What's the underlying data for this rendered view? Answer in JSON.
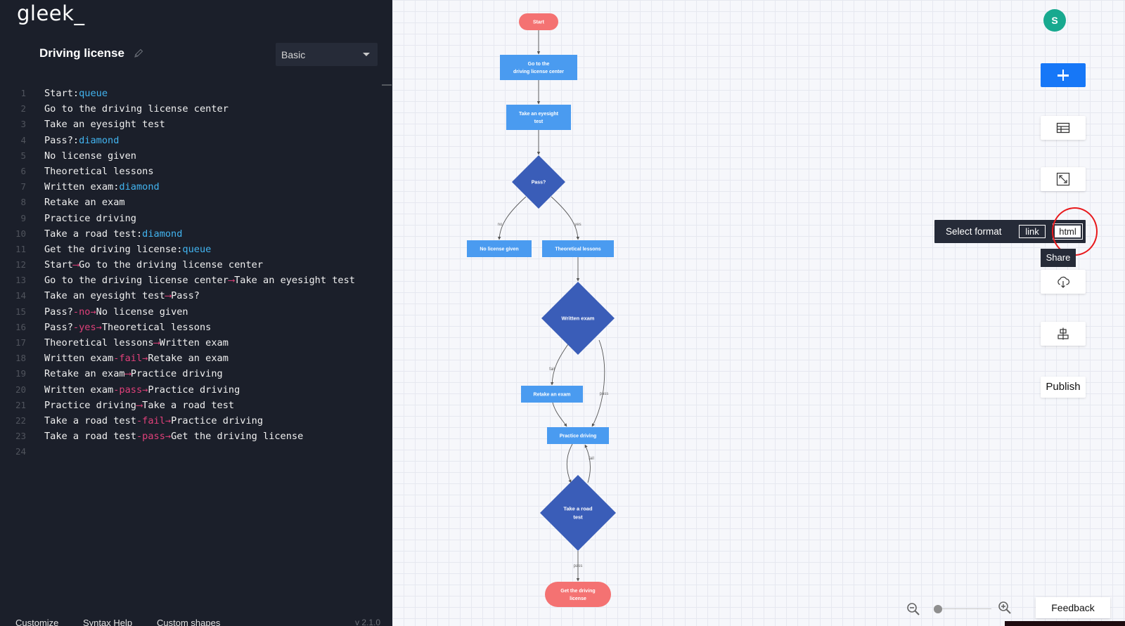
{
  "app": {
    "logo": "gleek_",
    "version": "v 2.1.0"
  },
  "document": {
    "title": "Driving license",
    "theme": "Basic"
  },
  "icons": {
    "edit": "pencil-icon",
    "dropdown": "chevron-down-icon",
    "add": "plus-icon",
    "table": "table-icon",
    "fullscreen": "expand-icon",
    "download": "cloud-download-icon",
    "align": "align-center-icon",
    "zoom_out": "zoom-out-icon",
    "zoom_in": "zoom-in-icon"
  },
  "code": {
    "lines": [
      [
        {
          "t": "Start:"
        },
        {
          "t": "queue",
          "c": "kw"
        }
      ],
      [
        {
          "t": "Go to the driving license center"
        }
      ],
      [
        {
          "t": "Take an eyesight test"
        }
      ],
      [
        {
          "t": "Pass?:"
        },
        {
          "t": "diamond",
          "c": "kw"
        }
      ],
      [
        {
          "t": "No license given"
        }
      ],
      [
        {
          "t": "Theoretical lessons"
        }
      ],
      [
        {
          "t": "Written exam:"
        },
        {
          "t": "diamond",
          "c": "kw"
        }
      ],
      [
        {
          "t": "Retake an exam"
        }
      ],
      [
        {
          "t": "Practice driving"
        }
      ],
      [
        {
          "t": "Take a road test:"
        },
        {
          "t": "diamond",
          "c": "kw"
        }
      ],
      [
        {
          "t": "Get the driving license:"
        },
        {
          "t": "queue",
          "c": "kw"
        }
      ],
      [
        {
          "t": "Start"
        },
        {
          "t": "⟶",
          "c": "ar"
        },
        {
          "t": "Go to the driving license center"
        }
      ],
      [
        {
          "t": "Go to the driving license center"
        },
        {
          "t": "⟶",
          "c": "ar"
        },
        {
          "t": "Take an eyesight test"
        }
      ],
      [
        {
          "t": "Take an eyesight test"
        },
        {
          "t": "⟶",
          "c": "ar"
        },
        {
          "t": "Pass?"
        }
      ],
      [
        {
          "t": "Pass?"
        },
        {
          "t": "-no→",
          "c": "ar"
        },
        {
          "t": "No license given"
        }
      ],
      [
        {
          "t": "Pass?"
        },
        {
          "t": "-yes→",
          "c": "ar"
        },
        {
          "t": "Theoretical lessons"
        }
      ],
      [
        {
          "t": "Theoretical lessons"
        },
        {
          "t": "⟶",
          "c": "ar"
        },
        {
          "t": "Written exam"
        }
      ],
      [
        {
          "t": "Written exam"
        },
        {
          "t": "-fail→",
          "c": "ar"
        },
        {
          "t": "Retake an exam"
        }
      ],
      [
        {
          "t": "Retake an exam"
        },
        {
          "t": "⟶",
          "c": "ar"
        },
        {
          "t": "Practice driving"
        }
      ],
      [
        {
          "t": "Written exam"
        },
        {
          "t": "-pass→",
          "c": "ar"
        },
        {
          "t": "Practice driving"
        }
      ],
      [
        {
          "t": "Practice driving"
        },
        {
          "t": "⟶",
          "c": "ar"
        },
        {
          "t": "Take a road test"
        }
      ],
      [
        {
          "t": "Take a road test"
        },
        {
          "t": "-fail→",
          "c": "ar"
        },
        {
          "t": "Practice driving"
        }
      ],
      [
        {
          "t": "Take a road test"
        },
        {
          "t": "-pass→",
          "c": "ar"
        },
        {
          "t": "Get the driving license"
        }
      ],
      []
    ]
  },
  "footer": {
    "customize": "Customize",
    "syntax_help": "Syntax Help",
    "custom_shapes": "Custom shapes"
  },
  "diagram": {
    "colors": {
      "queue": "#f47272",
      "box": "#4a9bf0",
      "diamond": "#3a5db8",
      "edge": "#555555"
    },
    "nodes": {
      "start": [
        "Start"
      ],
      "center": [
        "Go to the",
        "driving license center"
      ],
      "eyesight": [
        "Take an eyesight",
        "test"
      ],
      "pass": [
        "Pass?"
      ],
      "no_license": [
        "No license given"
      ],
      "theory": [
        "Theoretical lessons"
      ],
      "written": [
        "Written exam"
      ],
      "retake": [
        "Retake an exam"
      ],
      "practice": [
        "Practice driving"
      ],
      "road": [
        "Take a road",
        "test"
      ],
      "get": [
        "Get the driving",
        "license"
      ]
    },
    "edge_labels": {
      "no": "no",
      "yes": "yes",
      "fail": "fail",
      "pass": "pass"
    }
  },
  "toolbar": {
    "avatar": "S",
    "select_format": "Select format",
    "format_link": "link",
    "format_html": "html",
    "share_tooltip": "Share",
    "publish": "Publish",
    "feedback": "Feedback",
    "zoom_level": 0.12
  }
}
